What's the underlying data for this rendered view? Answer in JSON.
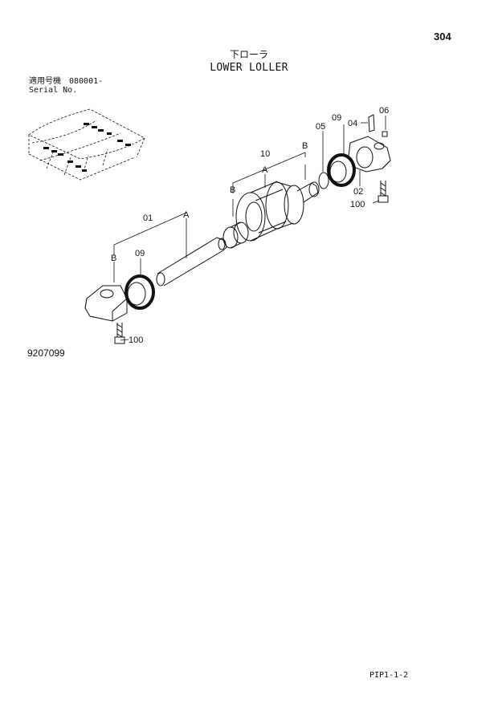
{
  "header": {
    "page_number": "304",
    "title_jp": "下ローラ",
    "title_en": "LOWER LOLLER",
    "serial_label_jp": "適用号機",
    "serial_value": "080001-",
    "serial_label_en": "Serial No."
  },
  "diagram": {
    "callouts": {
      "p01": "01",
      "p02": "02",
      "p04": "04",
      "p05": "05",
      "p06": "06",
      "p09_left": "09",
      "p09_right": "09",
      "p10": "10",
      "p100_left": "100",
      "p100_right": "100"
    },
    "sub_markers": {
      "a_left": "A",
      "b_left": "B",
      "a_right": "A",
      "b_right_1": "B",
      "b_right_2": "B"
    }
  },
  "footer": {
    "drawing_number": "9207099",
    "page_code": "PIP1-1-2"
  }
}
